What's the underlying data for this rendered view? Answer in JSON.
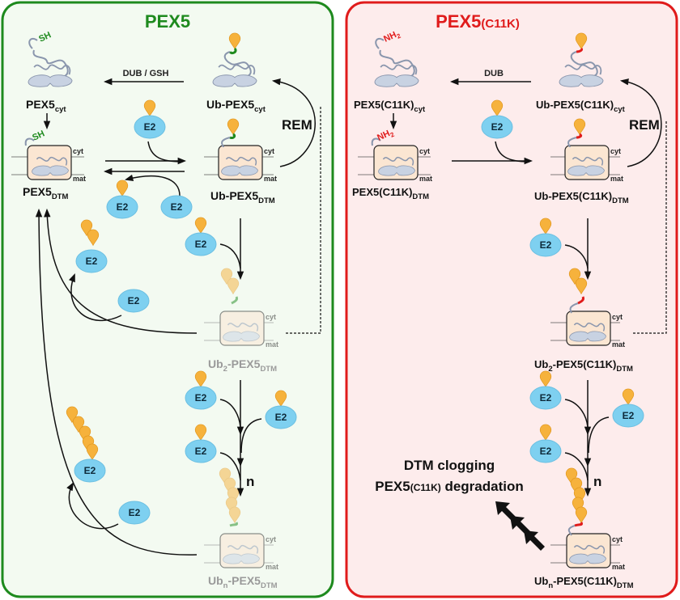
{
  "colors": {
    "wt_border": "#1e8a1e",
    "wt_bg": "#f3faf1",
    "mut_border": "#e01b1b",
    "mut_bg": "#fdecec",
    "e2_fill": "#7ed0f0",
    "ub_fill": "#f6b23c",
    "protein_fill": "#c8d2e2",
    "cys_link": "#1e8a1e",
    "lys_link": "#e01b1b",
    "membrane_box": "#fbe6d2"
  },
  "panels": [
    {
      "id": "wt",
      "title": "PEX5",
      "title_sub": "",
      "residue_group": "SH",
      "species": {
        "cyt": {
          "main": "PEX5",
          "sub": "cyt"
        },
        "dtm": {
          "main": "PEX5",
          "sub": "DTM"
        },
        "ub_cyt": {
          "main": "Ub-PEX5",
          "sub": "cyt"
        },
        "ub_dtm": {
          "main": "Ub-PEX5",
          "sub": "DTM"
        },
        "ub2_dtm": {
          "pre": "Ub",
          "n": "2",
          "main": "-PEX5",
          "sub": "DTM"
        },
        "ubn_dtm": {
          "pre": "Ub",
          "n": "n",
          "main": "-PEX5",
          "sub": "DTM"
        }
      },
      "reaction_label": "DUB / GSH",
      "rem_label": "REM",
      "n_label": "n",
      "membrane_labels": {
        "top": "cyt",
        "bottom": "mat"
      }
    },
    {
      "id": "mut",
      "title": "PEX5",
      "title_sub": "(C11K)",
      "residue_group": "NH2",
      "species": {
        "cyt": {
          "main": "PEX5(C11K)",
          "sub": "cyt"
        },
        "dtm": {
          "main": "PEX5(C11K)",
          "sub": "DTM"
        },
        "ub_cyt": {
          "main": "Ub-PEX5(C11K)",
          "sub": "cyt"
        },
        "ub_dtm": {
          "main": "Ub-PEX5(C11K)",
          "sub": "DTM"
        },
        "ub2_dtm": {
          "pre": "Ub",
          "n": "2",
          "main": "-PEX5(C11K)",
          "sub": "DTM"
        },
        "ubn_dtm": {
          "pre": "Ub",
          "n": "n",
          "main": "-PEX5(C11K)",
          "sub": "DTM"
        }
      },
      "reaction_label": "DUB",
      "rem_label": "REM",
      "n_label": "n",
      "outcome": {
        "line1": "DTM clogging",
        "line2_main": "PEX5",
        "line2_sub": "(C11K)",
        "line2_rest": " degradation"
      },
      "membrane_labels": {
        "top": "cyt",
        "bottom": "mat"
      }
    }
  ],
  "e2_label": "E2"
}
